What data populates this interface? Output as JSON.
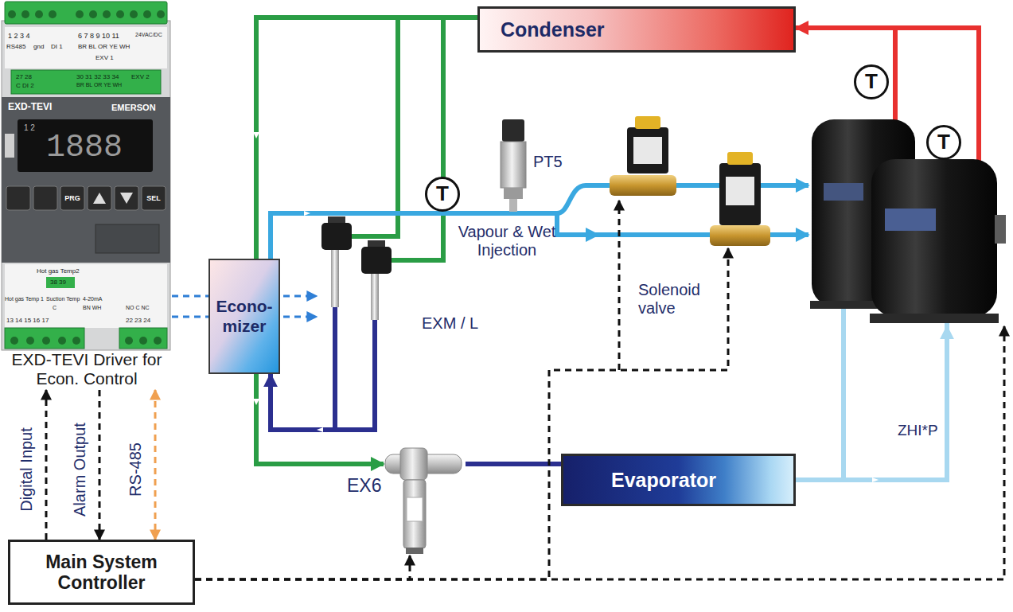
{
  "diagram": {
    "nodes": [
      {
        "text": [
          "EXD-TEVI Driver for Econ. Control"
        ]
      },
      {
        "text": [
          "Condenser"
        ]
      },
      {
        "text": [
          "T"
        ]
      },
      {
        "text": [
          "T"
        ]
      },
      {
        "text": [
          "PT5"
        ]
      },
      {
        "text": [
          "T"
        ]
      },
      {
        "text": [
          "EXM / L"
        ]
      },
      {
        "text": [
          "Solenoid valve"
        ]
      },
      {
        "text": [
          "Econo- mizer"
        ]
      },
      {
        "text": [
          "ZHI*P"
        ]
      },
      {
        "text": [
          "EX6"
        ]
      },
      {
        "text": [
          "Evaporator"
        ]
      },
      {
        "text": [
          "Main System Controller"
        ]
      }
    ],
    "edges": [
      {
        "from": 12,
        "to": 0,
        "arrow": "to",
        "label": "Digital Input"
      },
      {
        "from": 0,
        "to": 12,
        "arrow": "to",
        "label": "Alarm Output"
      },
      {
        "from": 0,
        "to": 12,
        "arrow": "both",
        "label": "RS-485"
      },
      {
        "from": 0,
        "to": 6,
        "arrow": "to"
      },
      {
        "from": 0,
        "to": 6,
        "arrow": "to"
      },
      {
        "from": 1,
        "to": 10,
        "arrow": "to"
      },
      {
        "from": 1,
        "to": 6,
        "arrow": "none"
      },
      {
        "from": 1,
        "to": 6,
        "arrow": "none"
      },
      {
        "from": 6,
        "to": 8,
        "arrow": "to"
      },
      {
        "from": 8,
        "to": 7,
        "arrow": "to"
      },
      {
        "from": 7,
        "to": 9,
        "arrow": "to"
      },
      {
        "from": 7,
        "to": 9,
        "arrow": "to"
      },
      {
        "from": 10,
        "to": 11,
        "arrow": "none"
      },
      {
        "from": 11,
        "to": 9,
        "arrow": "to"
      },
      {
        "from": 9,
        "to": 1,
        "arrow": "to"
      },
      {
        "from": 12,
        "to": 10,
        "arrow": "to"
      },
      {
        "from": 12,
        "to": 7,
        "arrow": "to"
      },
      {
        "from": 12,
        "to": 9,
        "arrow": "to"
      }
    ],
    "labels": [
      "1 2 3 4",
      "RS485",
      "gnd",
      "DI 1",
      "6 7 8 9 10 11",
      "BR BL OR YE WH",
      "EXV 1",
      "24VAC/DC",
      "27 28",
      "C DI 2",
      "30 31 32 33 34",
      "BR BL OR YE WH",
      "EXV 2",
      "EXD-TEVI",
      "EMERSON",
      "1 2",
      "1888",
      "PRG",
      "SEL",
      "Hot gas Temp2",
      "38 39",
      "Hot gas Temp 1",
      "Suction Temp",
      "C",
      "4-20mA",
      "BN WH",
      "13 14 15 16 17",
      "NO C NC",
      "22 23 24",
      "Vapour & Wet Injection"
    ]
  }
}
